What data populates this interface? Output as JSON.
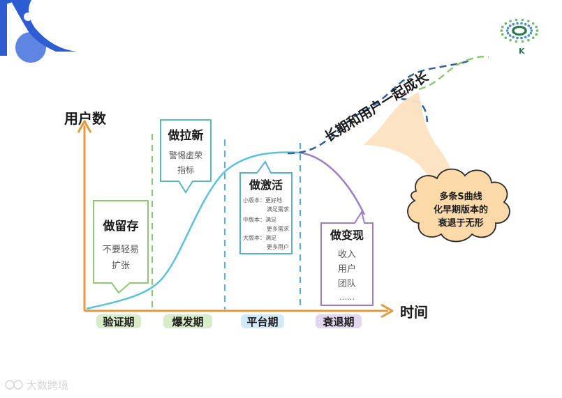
{
  "axes": {
    "y_label": "用户数",
    "x_label": "时间"
  },
  "phases": [
    {
      "label": "验证期",
      "color": "#d9ecc9"
    },
    {
      "label": "爆发期",
      "color": "#d9ecc9"
    },
    {
      "label": "平台期",
      "color": "#d3e9f5"
    },
    {
      "label": "衰退期",
      "color": "#e2d7ef"
    }
  ],
  "cards": {
    "validation": {
      "title": "做留存",
      "lines": [
        "不要轻易",
        "扩张"
      ],
      "border": "#8fc773"
    },
    "growth": {
      "title": "做拉新",
      "lines": [
        "警惕虚荣",
        "指标"
      ],
      "border": "#5bb8b5"
    },
    "platform": {
      "title": "做激活",
      "lines": [
        "小版本：更好地",
        "满足需求",
        "中版本：满足",
        "更多需求",
        "大版本：满足",
        "更多用户"
      ],
      "border": "#5aaed6"
    },
    "decline": {
      "title": "做变现",
      "lines": [
        "收入",
        "用户",
        "团队",
        "……"
      ],
      "border": "#9c7fc3"
    }
  },
  "growth_text": "长期和用户一起成长",
  "cloud": {
    "lines": [
      "多条S曲线",
      "化早期版本的",
      "衰退于无形"
    ]
  },
  "watermark": "大数跨境",
  "logo_letter": "K",
  "colors": {
    "axis": "#e19a3c",
    "curve": "#5cc1d9",
    "dashed_green": "#8fc773",
    "dashed_teal": "#5cc1d9",
    "dashed_blue": "#2f5f9e",
    "decline_curve": "#9c7fc3",
    "corner_logo": "#3a6bd1"
  }
}
